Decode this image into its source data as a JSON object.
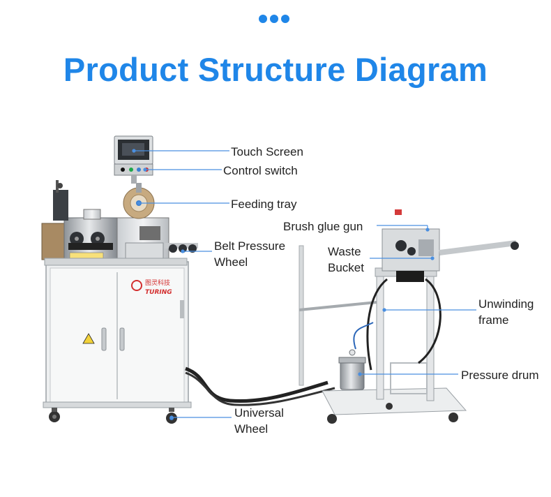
{
  "title": "Product Structure Diagram",
  "accent_color": "#1f86e8",
  "brand": {
    "chinese": "图灵科技",
    "latin": "TURING"
  },
  "callouts": [
    {
      "id": "touch-screen",
      "lines": [
        "Touch Screen"
      ]
    },
    {
      "id": "control-switch",
      "lines": [
        "Control switch"
      ]
    },
    {
      "id": "feeding-tray",
      "lines": [
        "Feeding tray"
      ]
    },
    {
      "id": "belt-pressure-wheel",
      "lines": [
        "Belt Pressure",
        "Wheel"
      ]
    },
    {
      "id": "brush-glue-gun",
      "lines": [
        "Brush glue gun"
      ]
    },
    {
      "id": "waste-bucket",
      "lines": [
        "Waste",
        "Bucket"
      ]
    },
    {
      "id": "unwinding-frame",
      "lines": [
        "Unwinding",
        "frame"
      ]
    },
    {
      "id": "pressure-drum",
      "lines": [
        "Pressure drum"
      ]
    },
    {
      "id": "universal-wheel",
      "lines": [
        "Universal",
        "Wheel"
      ]
    }
  ]
}
